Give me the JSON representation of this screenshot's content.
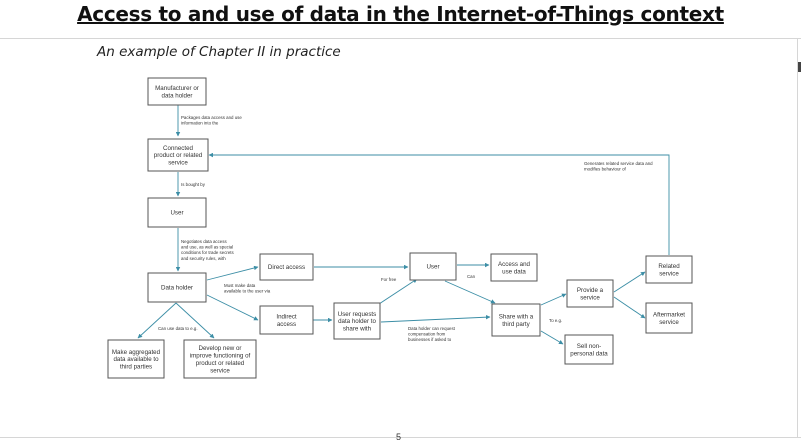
{
  "title": "Access to and use of data in the Internet-of-Things context",
  "subtitle": "An example of Chapter II in practice",
  "page_number": "5",
  "colors": {
    "arrow": "#3c8ea6",
    "box_border": "#555555",
    "text": "#333333"
  },
  "nodes": {
    "manufacturer": [
      "Manufacturer or",
      "data holder"
    ],
    "connected_product": [
      "Connected",
      "product or related",
      "service"
    ],
    "user_top": [
      "User"
    ],
    "data_holder": [
      "Data holder"
    ],
    "direct_access": [
      "Direct access"
    ],
    "indirect_access": [
      "Indirect",
      "access"
    ],
    "user_requests": [
      "User requests",
      "data holder to",
      "share with"
    ],
    "user_mid": [
      "User"
    ],
    "access_use": [
      "Access and",
      "use data"
    ],
    "share_third": [
      "Share with a",
      "third party"
    ],
    "provide_service": [
      "Provide a",
      "service"
    ],
    "sell_data": [
      "Sell non-",
      "personal data"
    ],
    "related_service": [
      "Related",
      "service"
    ],
    "aftermarket": [
      "Aftermarket",
      "service"
    ],
    "aggregated": [
      "Make aggregated",
      "data available to",
      "third parties"
    ],
    "develop": [
      "Develop new or",
      "improve functioning of",
      "product or related",
      "service"
    ]
  },
  "edge_labels": {
    "packages": [
      "Packages data access and use",
      "information into the"
    ],
    "bought": [
      "Is bought by"
    ],
    "negotiates": [
      "Negotiates data access",
      "and use, as well as special",
      "conditions for trade secrets",
      "and security rules, with"
    ],
    "must_make": [
      "Must make data",
      "available to the user via"
    ],
    "can_use": [
      "Can use data to e.g."
    ],
    "for_free": [
      "For free"
    ],
    "can": [
      "Can"
    ],
    "data_holder_comp": [
      "Data holder can request",
      "compensation from",
      "businesses if asked to"
    ],
    "to_eg": [
      "To e.g."
    ],
    "generates": [
      "Generates related service data and",
      "modifies behaviour of"
    ]
  }
}
